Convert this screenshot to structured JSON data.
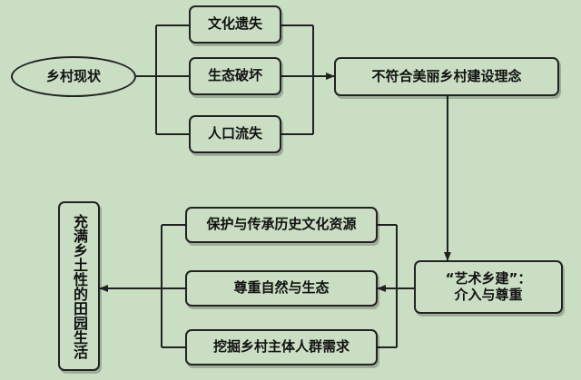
{
  "nodes": {
    "rural_status": "乡村现状",
    "culture_loss": "文化遗失",
    "eco_damage": "生态破坏",
    "pop_outflow": "人口流失",
    "not_meet": "不符合美丽乡村建设理念",
    "art_rural": "“艺术乡建”：\n介入与尊重",
    "protect": "保护与传承历史文化资源",
    "respect": "尊重自然与生态",
    "explore": "挖掘乡村主体人群需求",
    "result": "充满乡土性的田园生活"
  },
  "colors": {
    "background": "#c9dec3",
    "line": "#222222",
    "text": "#111111"
  }
}
